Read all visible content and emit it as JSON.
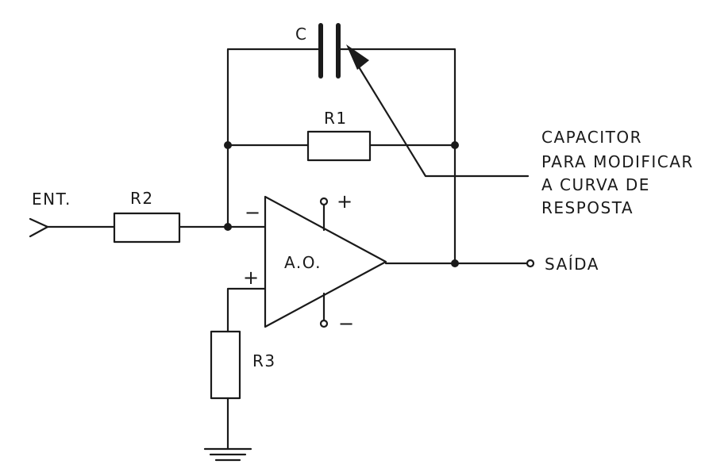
{
  "labels": {
    "capacitor": "C",
    "r1": "R1",
    "r2": "R2",
    "r3": "R3",
    "input": "ENT.",
    "opamp": "A.O.",
    "output": "SAÍDA",
    "minus_input": "−",
    "plus_input": "+",
    "supply_plus": "+",
    "supply_minus": "−"
  },
  "annotation": {
    "line1": "CAPACITOR",
    "line2": "PARA MODIFICAR",
    "line3": "A CURVA DE",
    "line4": "RESPOSTA"
  }
}
